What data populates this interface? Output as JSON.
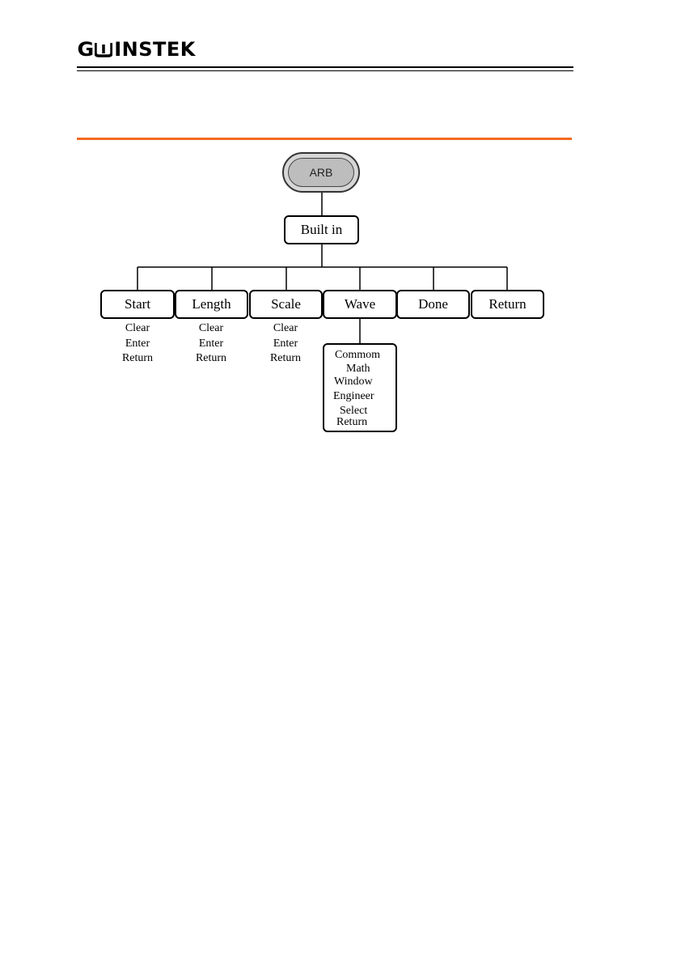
{
  "header": {
    "logo_text": "GW INSTEK"
  },
  "diagram": {
    "root": "ARB",
    "level1": "Built in",
    "menu": [
      "Start",
      "Length",
      "Scale",
      "Wave",
      "Done",
      "Return"
    ],
    "start_sub": [
      "Clear",
      "Enter",
      "Return"
    ],
    "length_sub": [
      "Clear",
      "Enter",
      "Return"
    ],
    "scale_sub": [
      "Clear",
      "Enter",
      "Return"
    ],
    "wave_sub": [
      "Commom",
      "Math",
      "Window",
      "Engineer",
      "Select",
      "Return"
    ]
  },
  "colors": {
    "accent_rule": "#f26a21",
    "root_fill": "#bdbdbd"
  }
}
